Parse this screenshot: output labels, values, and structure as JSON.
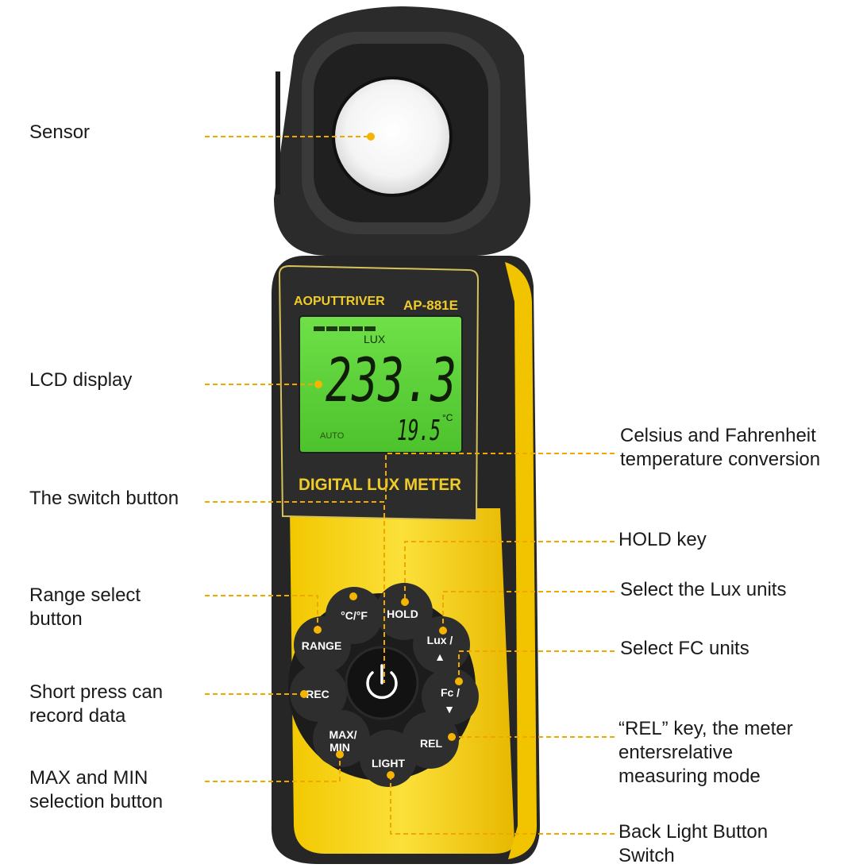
{
  "device": {
    "brand": "AOPUTTRIVER",
    "model": "AP-881E",
    "product_name": "DIGITAL LUX METER",
    "lcd": {
      "unit": "LUX",
      "reading": "233.3",
      "temperature": "19.5",
      "temp_unit": "°C",
      "mode": "AUTO"
    },
    "buttons": {
      "cf": "°C/°F",
      "hold": "HOLD",
      "lux_line1": "Lux /",
      "lux_line2": "▲",
      "fc_line1": "Fc /",
      "fc_line2": "▼",
      "rel": "REL",
      "light": "LIGHT",
      "maxmin_line1": "MAX/",
      "maxmin_line2": "MIN",
      "rec": "REC",
      "range": "RANGE",
      "power": "power-icon"
    }
  },
  "callouts": {
    "sensor": [
      "Sensor"
    ],
    "lcd": [
      "LCD display"
    ],
    "switch": [
      "The switch button"
    ],
    "range": [
      "Range select",
      "button"
    ],
    "rec": [
      "Short press can",
      "record data"
    ],
    "maxmin": [
      "MAX and MIN",
      "selection button"
    ],
    "cf": [
      "Celsius and Fahrenheit",
      "temperature conversion"
    ],
    "hold": [
      "HOLD key"
    ],
    "lux": [
      "Select the Lux units"
    ],
    "fc": [
      "Select FC units"
    ],
    "rel": [
      "“REL” key, the meter",
      "entersrelative",
      "measuring mode"
    ],
    "light": [
      "Back Light Button",
      "Switch"
    ]
  },
  "colors": {
    "body_yellow": "#f6d21a",
    "rubber": "#2a2a2a",
    "lcd_green": "#5fd43a",
    "accent": "#f0a800"
  }
}
